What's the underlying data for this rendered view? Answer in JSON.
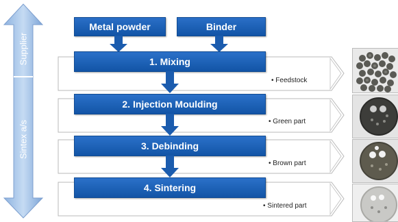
{
  "side": {
    "supplier_label": "Supplier",
    "sintex_label": "Sintex a/s"
  },
  "inputs": {
    "metal_powder": "Metal powder",
    "binder": "Binder"
  },
  "steps": [
    {
      "label": "1. Mixing",
      "output": "Feedstock"
    },
    {
      "label": "2. Injection Moulding",
      "output": "Green part"
    },
    {
      "label": "3. Debinding",
      "output": "Brown part"
    },
    {
      "label": "4. Sintering",
      "output": "Sintered part"
    }
  ],
  "bullet": "•",
  "colors": {
    "box_blue": "#1a5fb4",
    "arrow_light": "#a9c6e8"
  }
}
